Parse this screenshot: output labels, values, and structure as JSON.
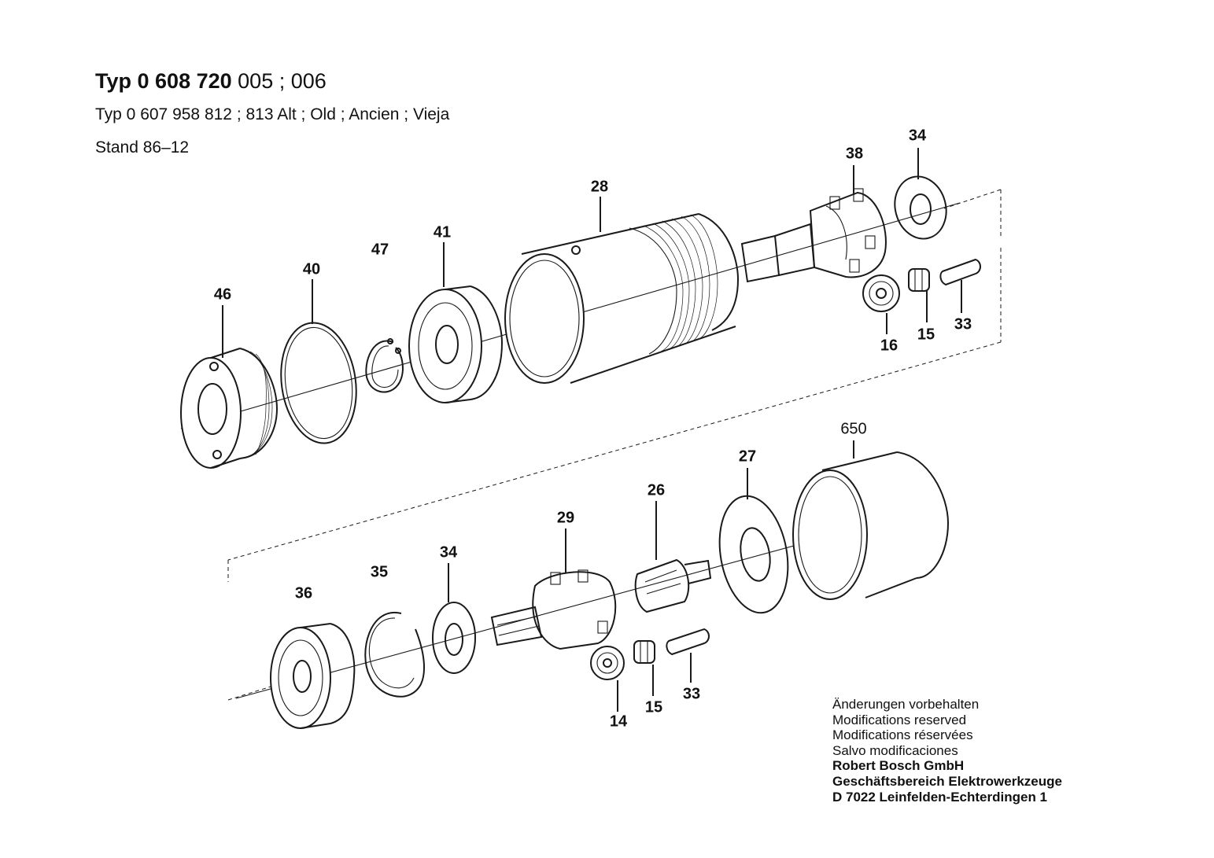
{
  "header": {
    "line1_prefix": "Typ",
    "line1_num": "0 608 720",
    "line1_suffix": "005 ; 006",
    "line2": "Typ  0 607 958 812 ; 813   Alt ; Old ; Ancien ; Vieja",
    "line3": "Stand  86–12"
  },
  "labels": {
    "p46": "46",
    "p40": "40",
    "p47": "47",
    "p41": "41",
    "p28": "28",
    "p38": "38",
    "p34a": "34",
    "p16": "16",
    "p15a": "15",
    "p33a": "33",
    "p650": "650",
    "p27": "27",
    "p26": "26",
    "p29": "29",
    "p34b": "34",
    "p35": "35",
    "p36": "36",
    "p14": "14",
    "p15b": "15",
    "p33b": "33"
  },
  "notes": {
    "line1": "Änderungen vorbehalten",
    "line2": "Modifications reserved",
    "line3": "Modifications réservées",
    "line4": "Salvo modificaciones",
    "company1": "Robert Bosch GmbH",
    "company2": "Geschäftsbereich Elektrowerkzeuge",
    "company3": "D 7022 Leinfelden-Echterdingen 1"
  }
}
